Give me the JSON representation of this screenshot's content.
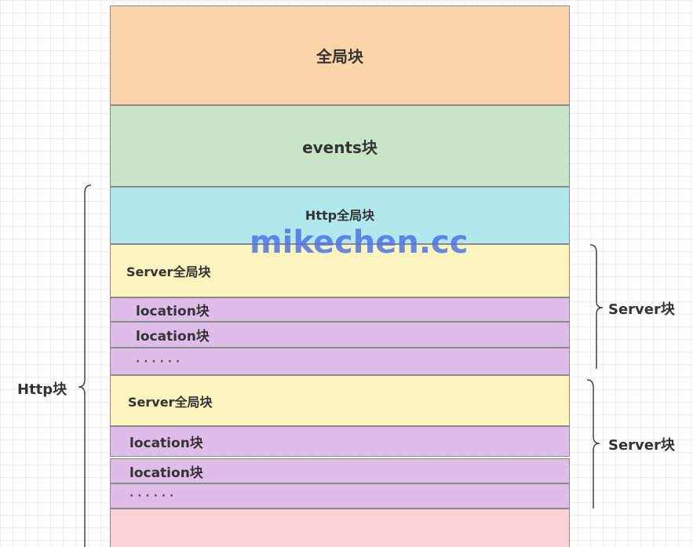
{
  "blocks": {
    "global": "全局块",
    "events": "events块",
    "http_global": "Http全局块",
    "server1_global": "Server全局块",
    "server1_location1": "location块",
    "server1_location2": "location块",
    "server1_more": "· · · · · ·",
    "server2_global": "Server全局块",
    "server2_location1": "location块",
    "server2_location2": "location块",
    "server2_more": "· · · · · ·"
  },
  "labels": {
    "http": "Http块",
    "server1": "Server块",
    "server2": "Server块"
  },
  "watermark": "mikechen.cc",
  "colors": {
    "global": "#fbd5a7",
    "events": "#c9e5c8",
    "http_global": "#b0e8ee",
    "server_global": "#fbf4bd",
    "location": "#dfbde9",
    "tail": "#fcd2d8",
    "watermark": "#4f74e6"
  }
}
